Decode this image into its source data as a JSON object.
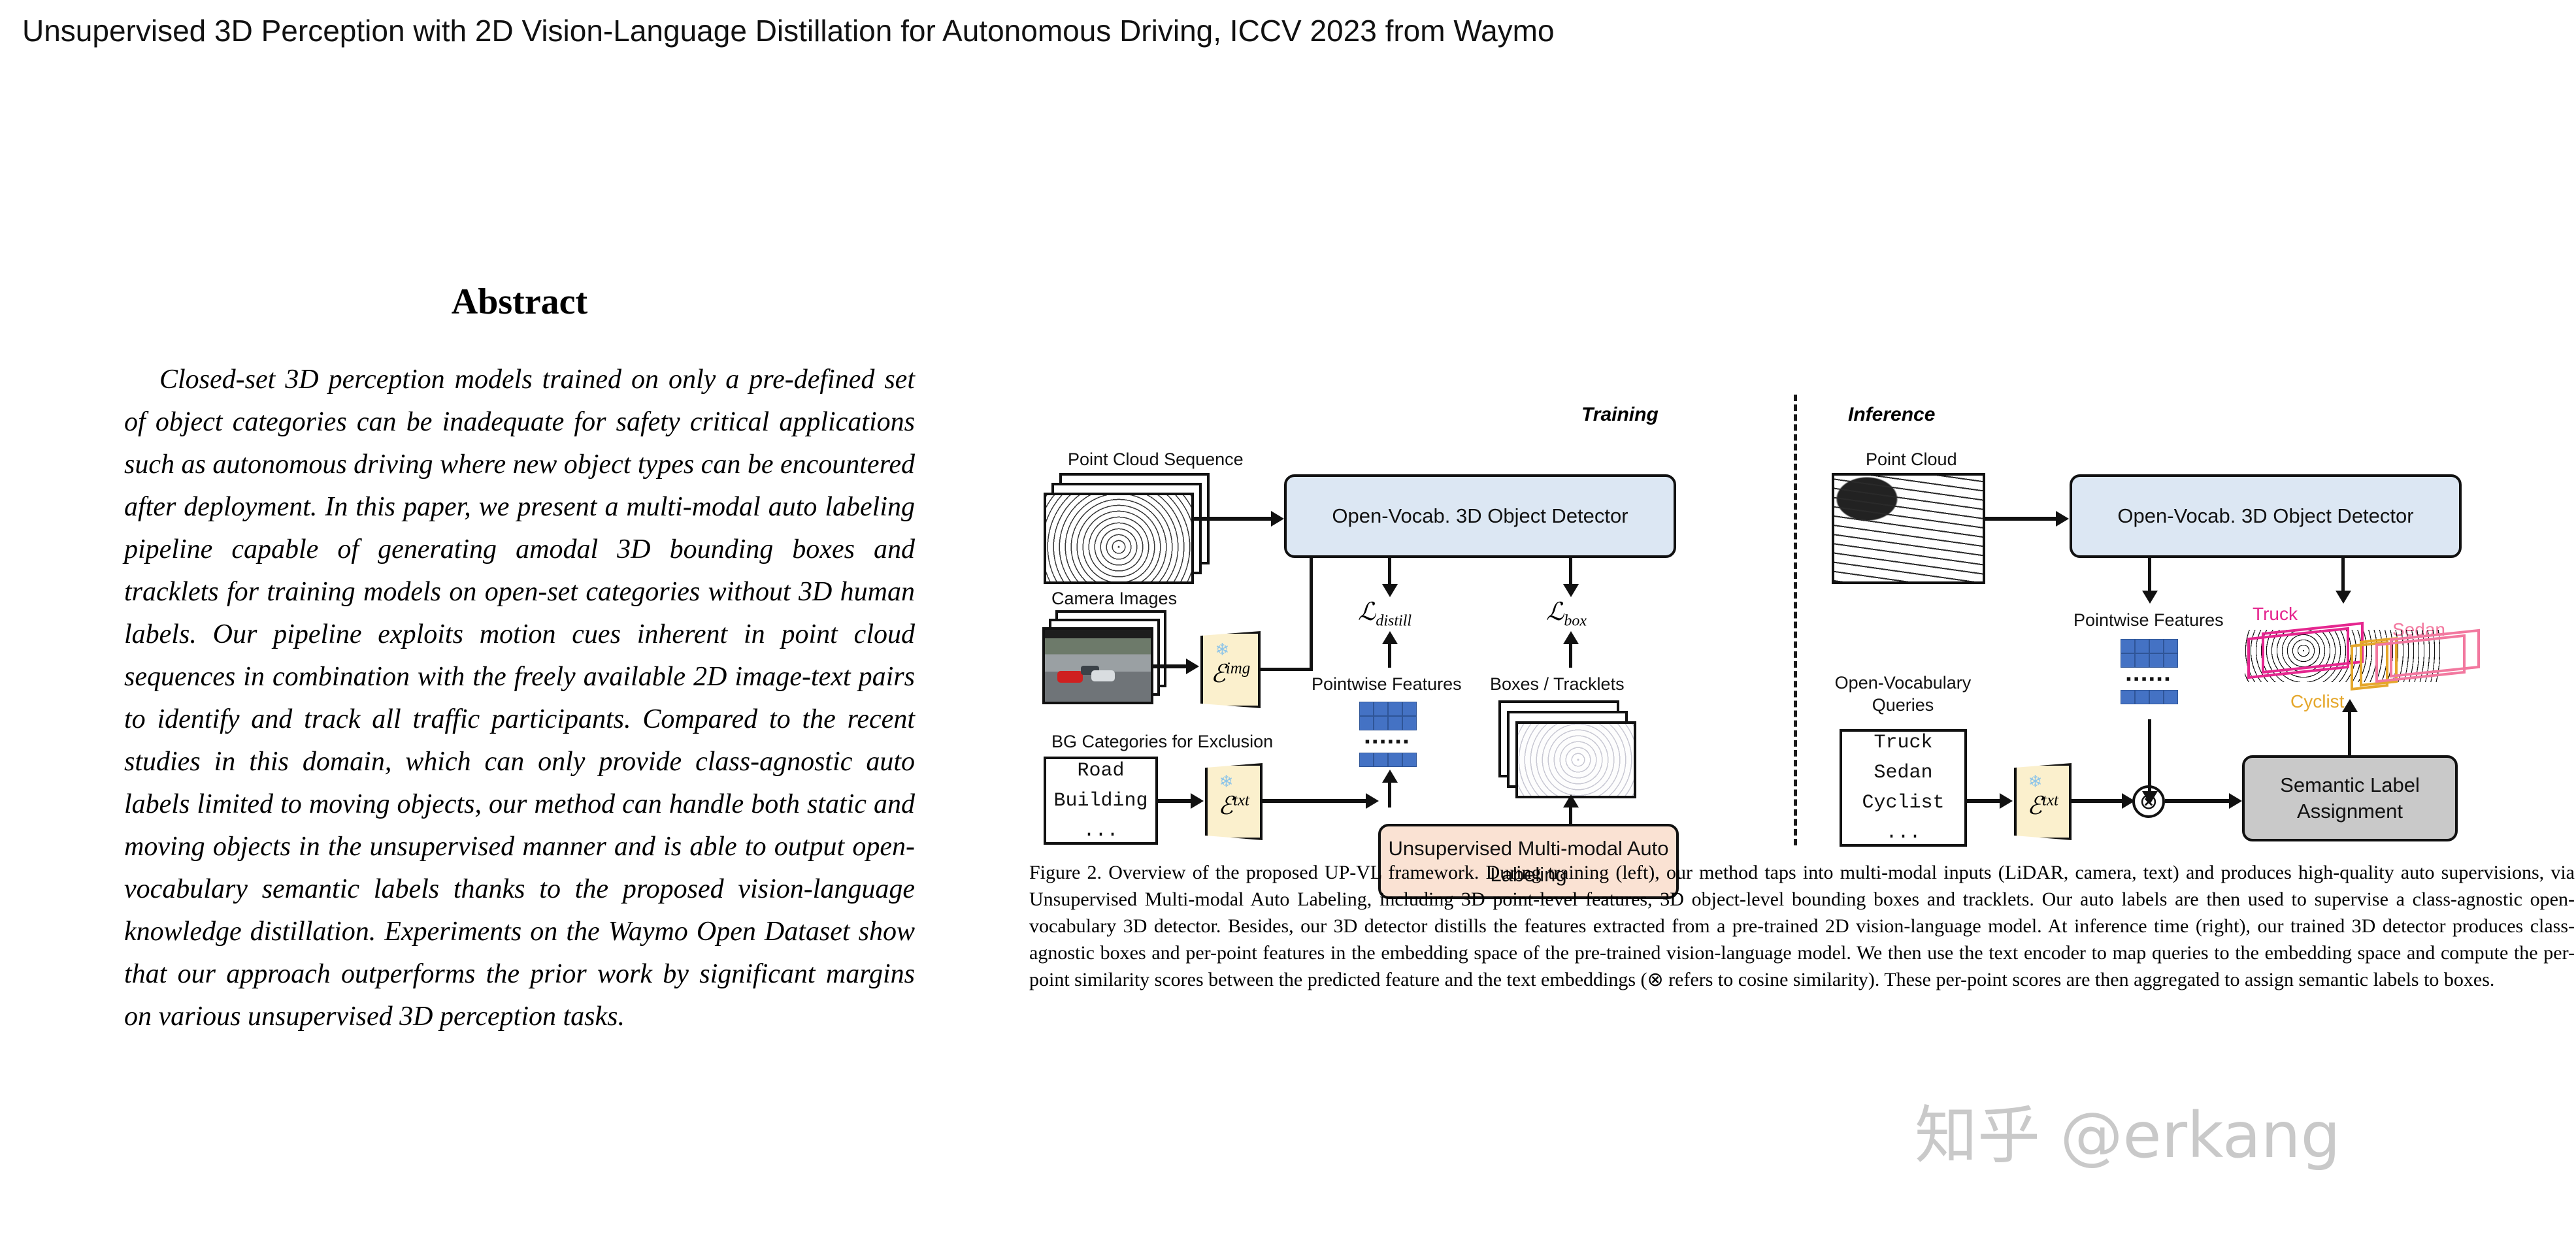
{
  "page_title": "Unsupervised 3D Perception with 2D Vision-Language Distillation for Autonomous Driving, ICCV 2023 from Waymo",
  "abstract": {
    "heading": "Abstract",
    "body": "Closed-set 3D perception models trained on only a pre-defined set of object categories can be inadequate for safety critical applications such as autonomous driving where new object types can be encountered after deployment. In this paper, we present a multi-modal auto labeling pipeline capable of generating amodal 3D bounding boxes and tracklets for training models on open-set categories without 3D human labels. Our pipeline exploits motion cues inherent in point cloud sequences in combination with the freely available 2D image-text pairs to identify and track all traffic participants. Compared to the recent studies in this domain, which can only provide class-agnostic auto labels limited to moving objects, our method can handle both static and moving objects in the unsupervised manner and is able to output open-vocabulary semantic labels thanks to the proposed vision-language knowledge distillation. Experiments on the Waymo Open Dataset show that our approach outperforms the prior work by significant margins on various unsupervised 3D perception tasks."
  },
  "figure": {
    "stages": {
      "training": "Training",
      "inference": "Inference"
    },
    "training": {
      "point_cloud_sequence_label": "Point Cloud Sequence",
      "camera_images_label": "Camera Images",
      "bg_categories_label": "BG Categories for Exclusion",
      "bg_categories_items": [
        "Road",
        "Building",
        "..."
      ],
      "encoder_img": "ℰ",
      "encoder_img_sup": "img",
      "encoder_txt": "ℰ",
      "encoder_txt_sup": "txt",
      "detector_label": "Open-Vocab. 3D Object Detector",
      "loss_distill": "ℒ",
      "loss_distill_sub": "distill",
      "loss_box": "ℒ",
      "loss_box_sub": "box",
      "pointwise_features_label": "Pointwise Features",
      "boxes_tracklets_label": "Boxes / Tracklets",
      "autolabel_label": "Unsupervised Multi-modal Auto Labeling"
    },
    "inference": {
      "point_cloud_label": "Point Cloud",
      "detector_label": "Open-Vocab. 3D Object Detector",
      "pointwise_features_label": "Pointwise Features",
      "open_vocab_queries_label": "Open-Vocabulary Queries",
      "query_items": [
        "Truck",
        "Sedan",
        "Cyclist",
        "..."
      ],
      "encoder_txt": "ℰ",
      "encoder_txt_sup": "txt",
      "cosine_operator": "⊗",
      "semantic_label_assignment": "Semantic Label Assignment",
      "box_labels": [
        {
          "name": "Truck",
          "color": "#e5268f"
        },
        {
          "name": "Sedan",
          "color": "#f2789f"
        },
        {
          "name": "Cyclist",
          "color": "#e5a72b"
        }
      ]
    },
    "colors": {
      "detector_fill": "#dce7f3",
      "autolabel_fill": "#fae2d3",
      "semantic_fill": "#c9c9c9",
      "encoder_fill": "#fbf0cd",
      "feature_blue": "#4472c4",
      "snowflake": "#8fc5e8"
    },
    "caption": "Figure 2. Overview of the proposed UP-VL framework. During training (left), our method taps into multi-modal inputs (LiDAR, camera, text) and produces high-quality auto supervisions, via Unsupervised Multi-modal Auto Labeling, including 3D point-level features, 3D object-level bounding boxes and tracklets.  Our auto labels are then used to supervise a class-agnostic open-vocabulary 3D detector. Besides, our 3D detector distills the features extracted from a pre-trained 2D vision-language model. At inference time (right), our trained 3D detector produces class-agnostic boxes and per-point features in the embedding space of the pre-trained vision-language model.  We then use the text encoder to map queries to the embedding space and compute the per-point similarity scores between the predicted feature and the text embeddings (⊗ refers to cosine similarity). These per-point scores are then aggregated to assign semantic labels to boxes."
  },
  "watermark": "知乎 @erkang"
}
